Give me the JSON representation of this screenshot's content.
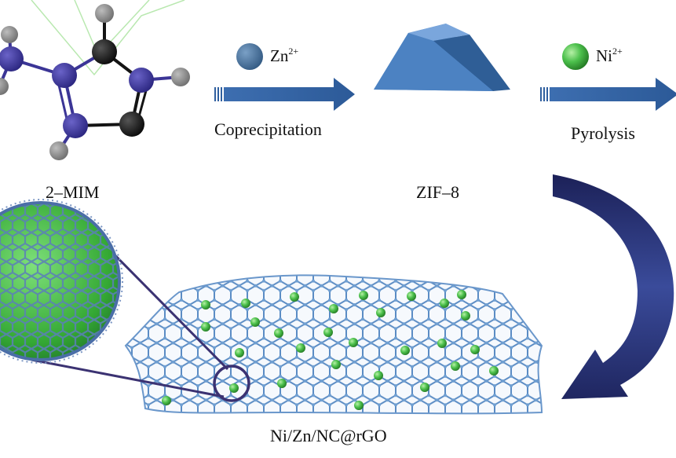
{
  "labels": {
    "mim": "2–MIM",
    "zif8": "ZIF–8",
    "coprecipitation": "Coprecipitation",
    "pyrolysis": "Pyrolysis",
    "product": "Ni/Zn/NC@rGO"
  },
  "ions": {
    "zn": {
      "symbol": "Zn",
      "charge": "2+"
    },
    "ni": {
      "symbol": "Ni",
      "charge": "2+"
    }
  },
  "colors": {
    "nitrogen": "#3b3596",
    "carbon": "#141414",
    "hydrogen": "#8e8c8c",
    "zinc": "#466e96",
    "nickel": "#3cb43c",
    "arrow": "#2f5f9f",
    "curved_arrow": "#23285f",
    "graphene": "#5b8cc4",
    "zif_crystal": "#4f86c6"
  }
}
